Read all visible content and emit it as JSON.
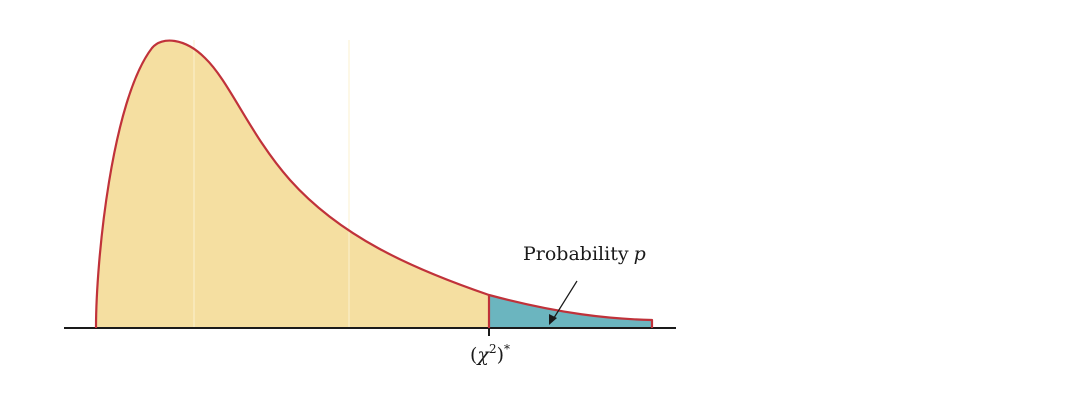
{
  "annotation": {
    "probability_text": "Probability",
    "probability_symbol": "p"
  },
  "critical_value": {
    "open": "(",
    "symbol": "χ",
    "exponent": "2",
    "close": ")",
    "star": "*"
  },
  "colors": {
    "body_fill": "#f5dfa1",
    "tail_fill": "#6bb5bf",
    "curve": "#c0323a",
    "axis": "#1a1a1a",
    "arrow": "#1a1a1a",
    "grid": "#fbf0cf"
  }
}
